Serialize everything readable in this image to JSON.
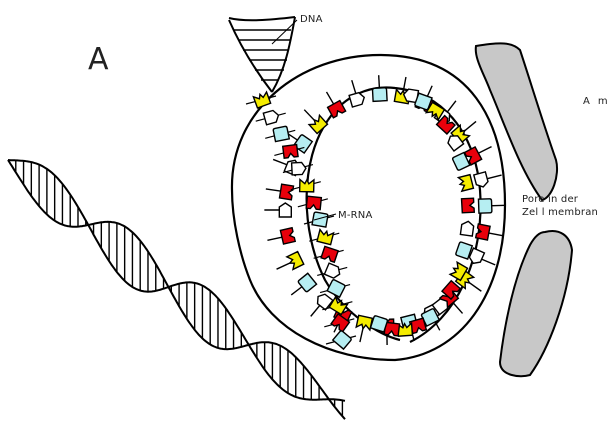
{
  "labels": {
    "panel_letter": "A",
    "dna": "DNA",
    "mrna": "M-RNA",
    "am": "A m",
    "pore_line1": "Pore in der",
    "pore_line2": "Zel l membran"
  },
  "colors": {
    "stroke": "#000000",
    "nucleotide_red": "#e8000b",
    "nucleotide_yellow": "#f5ec00",
    "nucleotide_cyan": "#b6eef2",
    "nucleotide_white": "#ffffff",
    "membrane": "#c8c8c8"
  },
  "strand_sequence": [
    "red",
    "white",
    "cyan",
    "yellow",
    "red",
    "white",
    "cyan",
    "yellow",
    "red",
    "white",
    "yellow",
    "red",
    "white",
    "cyan",
    "red",
    "white",
    "yellow",
    "red",
    "white",
    "cyan",
    "red",
    "yellow",
    "red",
    "white",
    "cyan",
    "yellow",
    "red",
    "white"
  ],
  "inner_sequence": [
    "yellow",
    "white",
    "cyan",
    "red",
    "white",
    "yellow",
    "red",
    "cyan",
    "yellow",
    "red",
    "white",
    "cyan",
    "yellow",
    "red",
    "cyan"
  ],
  "ring_sequence": [
    "white",
    "cyan",
    "yellow",
    "red",
    "white",
    "cyan",
    "yellow",
    "red",
    "white",
    "cyan",
    "yellow",
    "red",
    "white",
    "cyan",
    "red",
    "yellow",
    "red",
    "cyan"
  ]
}
